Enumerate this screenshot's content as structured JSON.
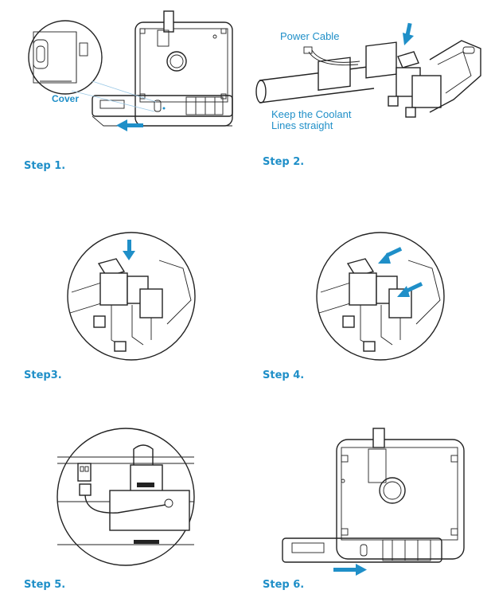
{
  "labels": {
    "cover": "Cover",
    "power_cable": "Power Cable",
    "coolant_line1": "Keep the Coolant",
    "coolant_line2": "Lines straight"
  },
  "steps": [
    "Step 1.",
    "Step 2.",
    "Step3.",
    "Step 4.",
    "Step 5.",
    "Step 6."
  ],
  "colors": {
    "accent": "#1f8fc8",
    "line": "#222222",
    "background": "#ffffff"
  },
  "icons": [
    "arrow-left-icon",
    "arrow-down-icon",
    "arrow-right-icon"
  ]
}
